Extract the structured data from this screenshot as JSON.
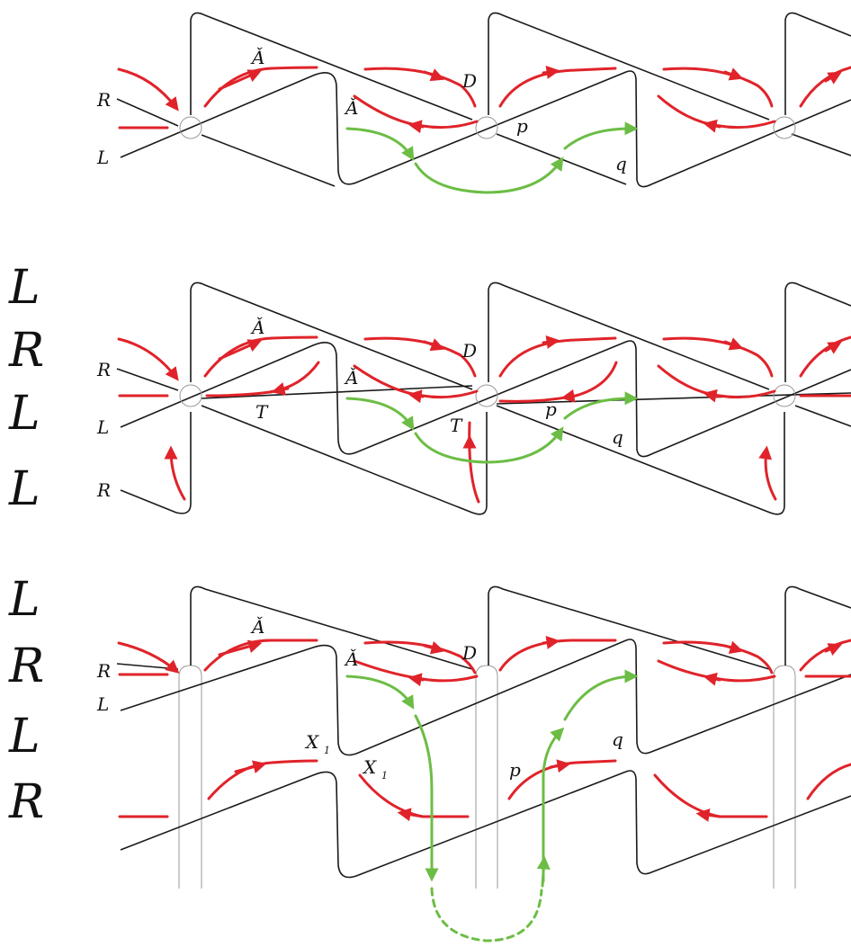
{
  "colors": {
    "strand": "#1a1a1a",
    "red_flow": "#e0232a",
    "green_flow": "#6cbd45",
    "guide": "#9a9a9a"
  },
  "panels": [
    {
      "strand_labels": [
        "R",
        "L"
      ],
      "labels": {
        "a_top": "Ǎ",
        "a_mid": "Ǎ",
        "d": "D",
        "p": "p",
        "q": "q"
      }
    },
    {
      "word": [
        "L",
        "R",
        "L",
        "L"
      ],
      "strand_labels": [
        "R",
        "L",
        "R"
      ],
      "labels": {
        "a_top": "Ǎ",
        "a_mid": "Ǎ",
        "d": "D",
        "t1": "T",
        "t2": "T",
        "p": "p",
        "q": "q"
      }
    },
    {
      "word": [
        "L",
        "R",
        "L",
        "R"
      ],
      "strand_labels": [
        "R",
        "L"
      ],
      "labels": {
        "a_top": "Ǎ",
        "a_mid": "Ǎ",
        "d": "D",
        "x1a": "X",
        "x1a_sub": "1",
        "x1b": "X",
        "x1b_sub": "1",
        "p": "p",
        "q": "q"
      }
    }
  ]
}
